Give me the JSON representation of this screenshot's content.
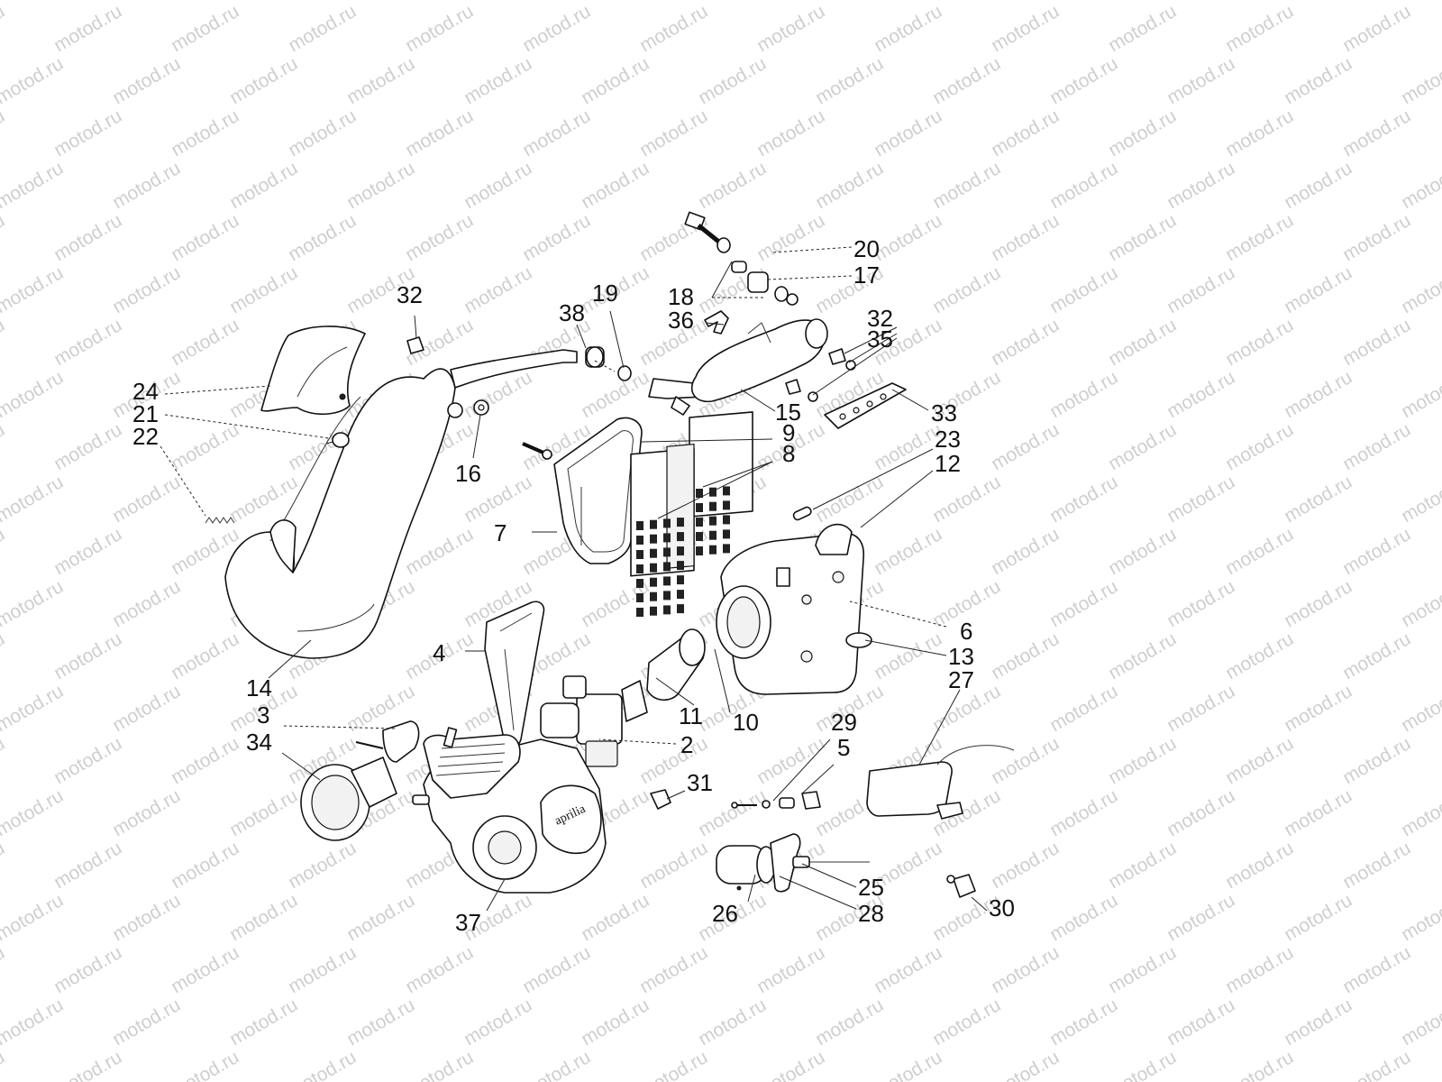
{
  "watermark": "motod.ru",
  "callouts": [
    {
      "id": "c1",
      "text": "20"
    },
    {
      "id": "c2",
      "text": "17"
    },
    {
      "id": "c3",
      "text": "18"
    },
    {
      "id": "c4",
      "text": "36"
    },
    {
      "id": "c5",
      "text": "32"
    },
    {
      "id": "c6",
      "text": "35"
    },
    {
      "id": "c7",
      "text": "32"
    },
    {
      "id": "c8",
      "text": "38"
    },
    {
      "id": "c9",
      "text": "19"
    },
    {
      "id": "c10",
      "text": "24"
    },
    {
      "id": "c11",
      "text": "21"
    },
    {
      "id": "c12",
      "text": "22"
    },
    {
      "id": "c13",
      "text": "16"
    },
    {
      "id": "c14",
      "text": "15"
    },
    {
      "id": "c15",
      "text": "33"
    },
    {
      "id": "c16",
      "text": "9"
    },
    {
      "id": "c17",
      "text": "8"
    },
    {
      "id": "c18",
      "text": "23"
    },
    {
      "id": "c19",
      "text": "12"
    },
    {
      "id": "c20",
      "text": "7"
    },
    {
      "id": "c21",
      "text": "6"
    },
    {
      "id": "c22",
      "text": "13"
    },
    {
      "id": "c23",
      "text": "4"
    },
    {
      "id": "c24",
      "text": "27"
    },
    {
      "id": "c25",
      "text": "14"
    },
    {
      "id": "c26",
      "text": "3"
    },
    {
      "id": "c27",
      "text": "34"
    },
    {
      "id": "c28",
      "text": "11"
    },
    {
      "id": "c29",
      "text": "10"
    },
    {
      "id": "c30",
      "text": "2"
    },
    {
      "id": "c31",
      "text": "29"
    },
    {
      "id": "c32",
      "text": "5"
    },
    {
      "id": "c33",
      "text": "31"
    },
    {
      "id": "c34",
      "text": "25"
    },
    {
      "id": "c35",
      "text": "26"
    },
    {
      "id": "c36",
      "text": "28"
    },
    {
      "id": "c37",
      "text": "30"
    },
    {
      "id": "c38",
      "text": "37"
    }
  ]
}
